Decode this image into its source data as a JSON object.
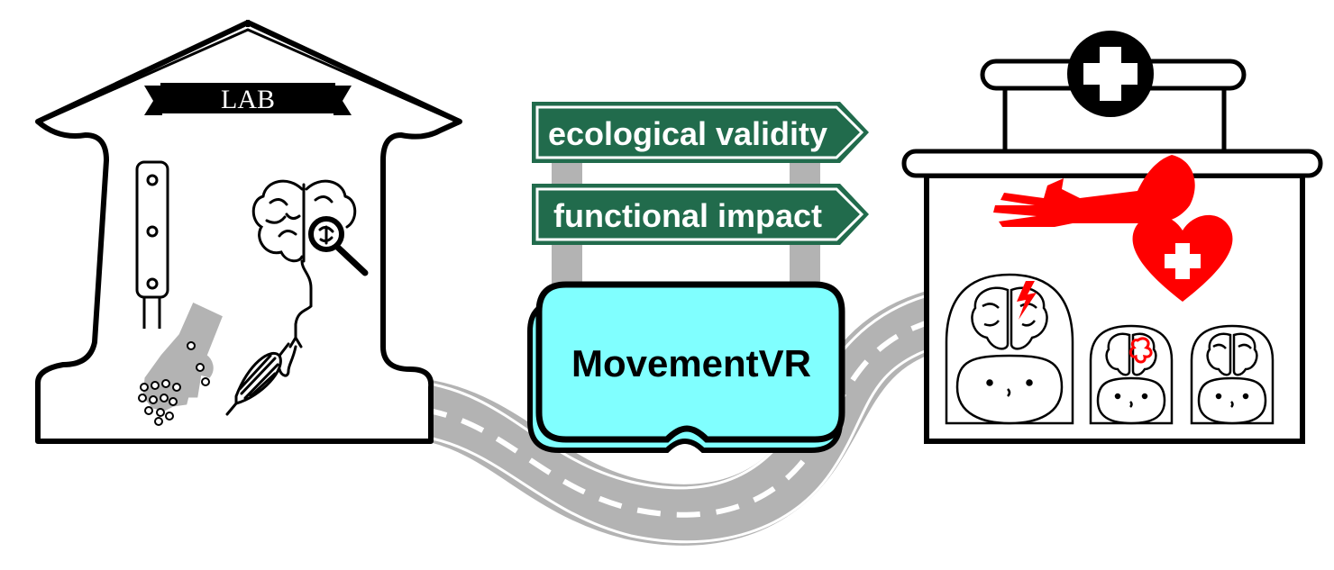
{
  "lab": {
    "banner": "LAB",
    "icons": [
      "brain-magnifier-icon",
      "nerve-icon",
      "muscle-icon",
      "hand-electrodes-icon",
      "electrode-strip-icon"
    ]
  },
  "road_signs": {
    "top": "ecological validity",
    "bottom": "functional impact",
    "color": "#216b4c"
  },
  "headset": {
    "label": "MovementVR",
    "color": "#80ffff"
  },
  "clinic": {
    "icons": [
      "medical-cross-icon",
      "red-arm-icon",
      "heart-cross-icon",
      "patient-stroke-icon",
      "patient-lesion-icon",
      "patient-healthy-icon"
    ],
    "accent": "#ff0000"
  },
  "road": {
    "color": "#b3b3b3"
  }
}
